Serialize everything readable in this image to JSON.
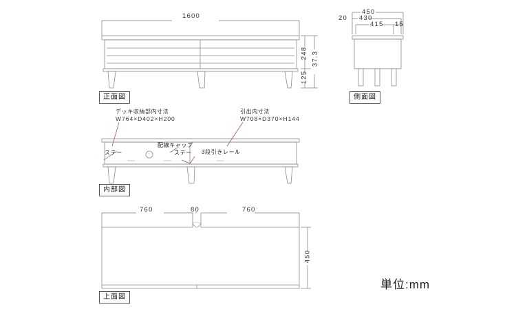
{
  "sheet": {
    "unit_label": "単位:mm",
    "background": "#ffffff",
    "line_color": "#8a8a8a",
    "dim_color": "#333333",
    "annotation_color": "#9b4a3a"
  },
  "views": {
    "front": {
      "tag": "正面図",
      "dims": {
        "width": "1600",
        "body_height": "248",
        "leg_height": "125",
        "total_height": "37.3"
      }
    },
    "side": {
      "tag": "側面図",
      "dims": {
        "depth_total": "450",
        "front_offset": "20",
        "depth_body": "430",
        "depth_inner": "415",
        "back_offset": "15"
      }
    },
    "internal": {
      "tag": "内部図",
      "notes": [
        {
          "name": "deck-storage",
          "title": "デッキ収納部内寸法",
          "spec": "W764×D402×H200"
        },
        {
          "name": "drawer",
          "title": "引出内寸法",
          "spec": "W708×D370×H144"
        }
      ],
      "parts": [
        {
          "name": "stay-left",
          "label": "ステー"
        },
        {
          "name": "cable-cap",
          "label": "配線キャップ"
        },
        {
          "name": "stay-right",
          "label": "ステー"
        },
        {
          "name": "slide-rail",
          "label": "3段引きレール"
        }
      ]
    },
    "top": {
      "tag": "上面図",
      "dims": {
        "left_section": "760",
        "notch": "80",
        "right_section": "760",
        "depth": "450"
      }
    }
  }
}
